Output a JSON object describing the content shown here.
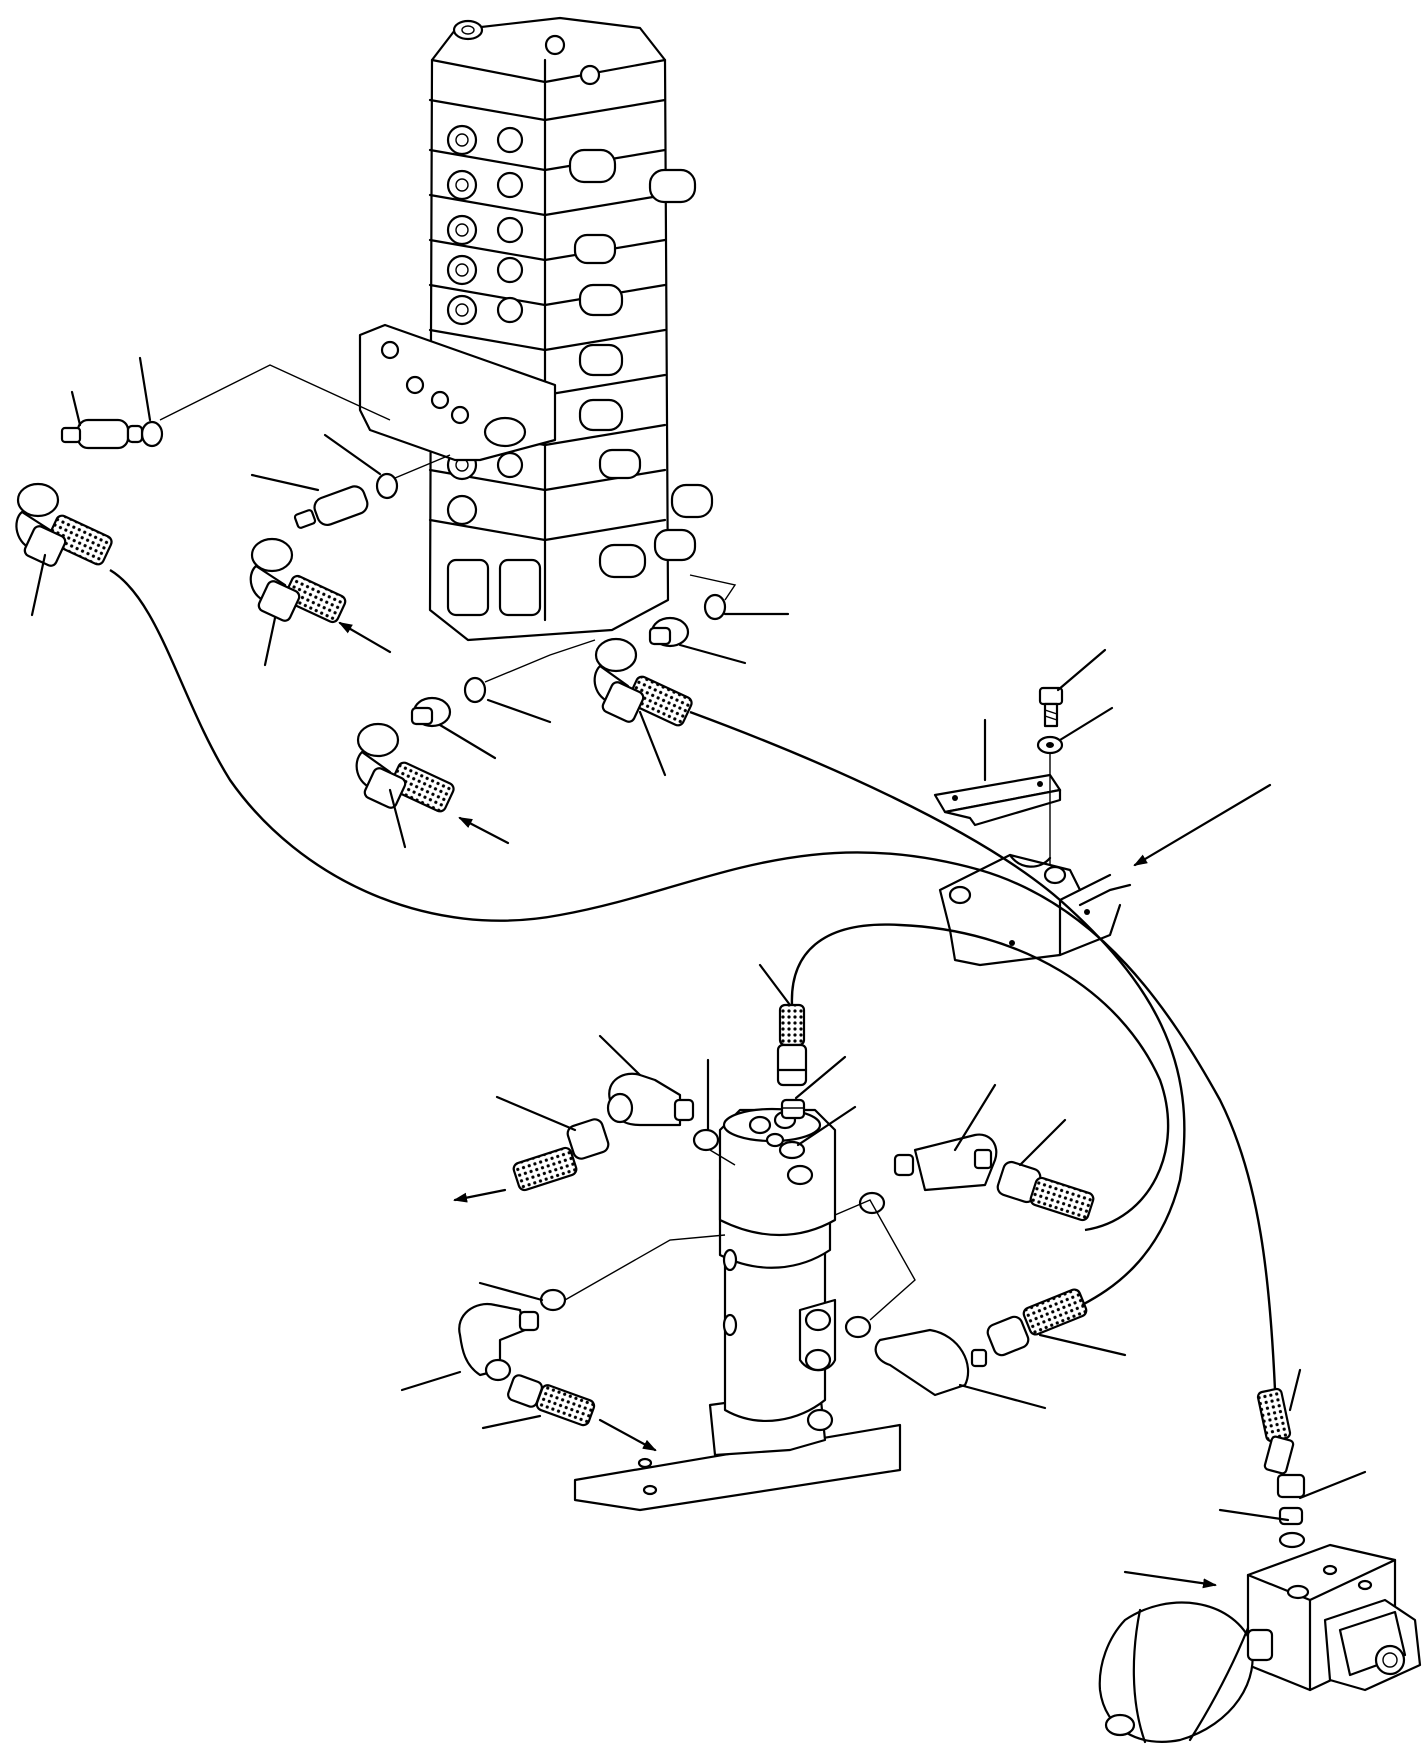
{
  "diagram": {
    "text_labels": [],
    "components": [
      "control-valve",
      "swivel-joint",
      "solenoid-valve-with-accumulator",
      "mounting-bracket",
      "hose-fittings",
      "elbow-fittings",
      "adapters",
      "o-rings",
      "bolt",
      "washer",
      "hoses"
    ],
    "line_color": "#000000",
    "background": "#ffffff"
  }
}
